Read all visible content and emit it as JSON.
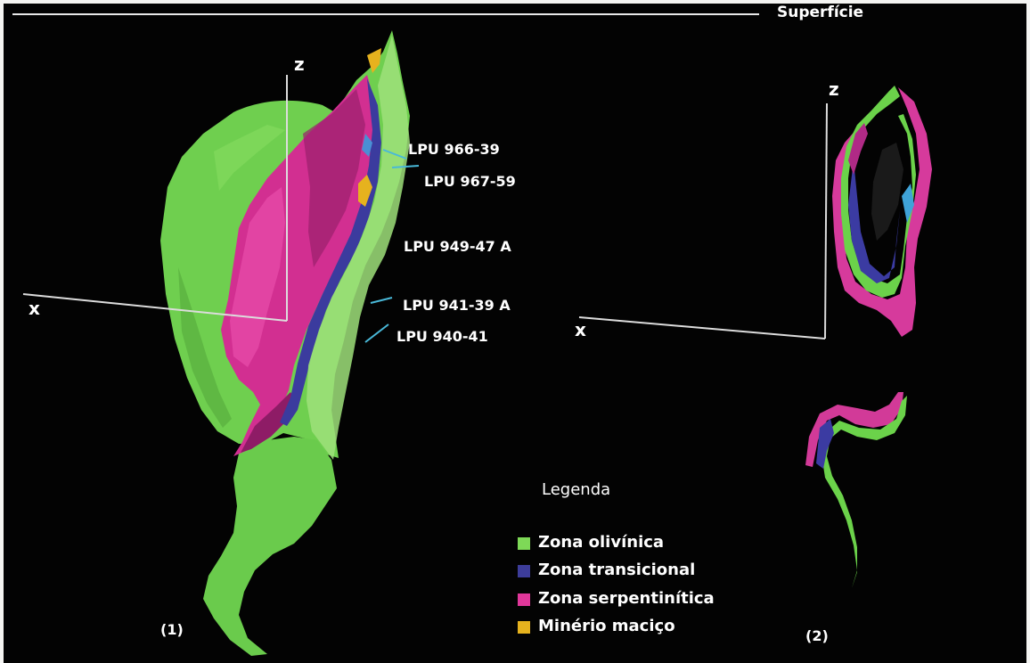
{
  "surface_label": "Superfície",
  "panel1": {
    "number": "(1)",
    "axis_z": "z",
    "axis_x": "x",
    "drillholes": [
      "LPU 966-39",
      "LPU 967-59",
      "LPU 949-47 A",
      "LPU 941-39 A",
      "LPU 940-41"
    ]
  },
  "panel2": {
    "number": "(2)",
    "axis_z": "z",
    "axis_x": "x"
  },
  "legend": {
    "title": "Legenda",
    "items": [
      {
        "label": "Zona olivínica",
        "color": "#7ed957",
        "icon": "green-square"
      },
      {
        "label": "Zona transicional",
        "color": "#3d3d9a",
        "icon": "blue-square"
      },
      {
        "label": "Zona serpentinítica",
        "color": "#e0379a",
        "icon": "magenta-square"
      },
      {
        "label": "Minério maciço",
        "color": "#e6b21e",
        "icon": "yellow-square"
      }
    ]
  }
}
